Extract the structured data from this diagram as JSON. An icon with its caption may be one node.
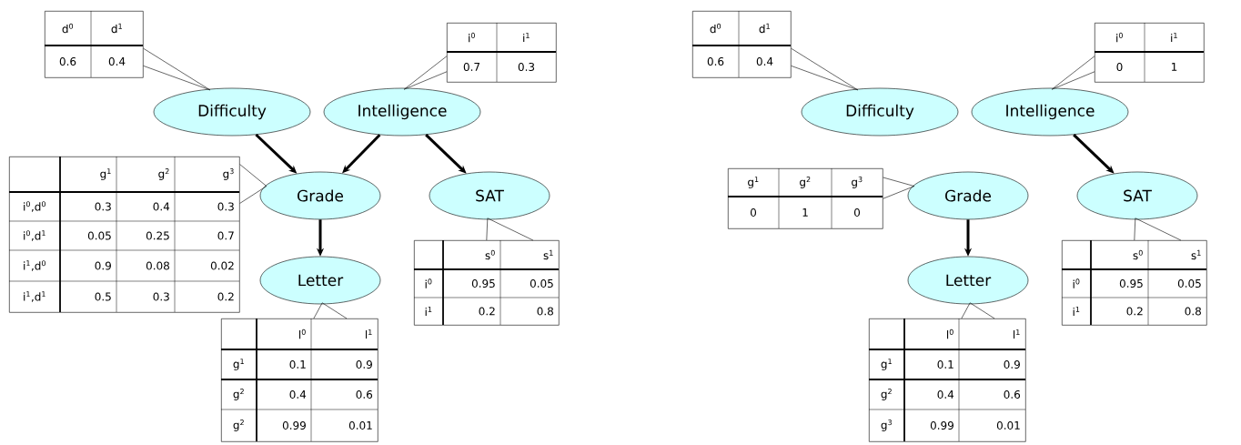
{
  "diagram": {
    "nodes": [
      {
        "text": [
          "Difficulty"
        ]
      },
      {
        "text": [
          "Intelligence"
        ]
      },
      {
        "text": [
          "Grade"
        ]
      },
      {
        "text": [
          "SAT"
        ]
      },
      {
        "text": [
          "Letter"
        ]
      },
      {
        "text": [
          "d$^{0}$",
          "d$^{1}$",
          "0.6",
          "0.4"
        ]
      },
      {
        "text": [
          "i$^{0}$",
          "i$^{1}$",
          "0.7",
          "0.3"
        ]
      },
      {
        "text": [
          "g$^{1}$",
          "g$^{2}$",
          "g$^{3}$",
          "i$^{0}$,d$^{0}$",
          "0.3",
          "0.4",
          "0.3",
          "i$^{0}$,d$^{1}$",
          "0.05",
          "0.25",
          "0.7",
          "i$^{1}$,d$^{0}$",
          "0.9",
          "0.08",
          "0.02",
          "i$^{1}$,d$^{1}$",
          "0.5",
          "0.3",
          "0.2"
        ]
      },
      {
        "text": [
          "s$^{0}$",
          "s$^{1}$",
          "i$^{0}$",
          "0.95",
          "0.05",
          "i$^{1}$",
          "0.2",
          "0.8"
        ]
      },
      {
        "text": [
          "l$^{0}$",
          "l$^{1}$",
          "g$^{1}$",
          "0.1",
          "0.9",
          "g$^{2}$",
          "0.4",
          "0.6",
          "g$^{2}$",
          "0.99",
          "0.01"
        ]
      },
      {
        "text": [
          "Difficulty"
        ]
      },
      {
        "text": [
          "Intelligence"
        ]
      },
      {
        "text": [
          "Grade"
        ]
      },
      {
        "text": [
          "SAT"
        ]
      },
      {
        "text": [
          "Letter"
        ]
      },
      {
        "text": [
          "d$^{0}$",
          "d$^{1}$",
          "0.6",
          "0.4"
        ]
      },
      {
        "text": [
          "i$^{0}$",
          "i$^{1}$",
          "0",
          "1"
        ]
      },
      {
        "text": [
          "g$^{1}$",
          "g$^{2}$",
          "g$^{3}$",
          "0",
          "1",
          "0"
        ]
      },
      {
        "text": [
          "s$^{0}$",
          "s$^{1}$",
          "i$^{0}$",
          "0.95",
          "0.05",
          "i$^{1}$",
          "0.2",
          "0.8"
        ]
      },
      {
        "text": [
          "l$^{0}$",
          "l$^{1}$",
          "g$^{1}$",
          "0.1",
          "0.9",
          "g$^{2}$",
          "0.4",
          "0.6",
          "g$^{3}$",
          "0.99",
          "0.01"
        ]
      }
    ],
    "edges": [
      {
        "from": 0,
        "to": 2,
        "arrow": "to",
        "style": "thick"
      },
      {
        "from": 1,
        "to": 2,
        "arrow": "to",
        "style": "thick"
      },
      {
        "from": 1,
        "to": 3,
        "arrow": "to",
        "style": "thick"
      },
      {
        "from": 2,
        "to": 4,
        "arrow": "to",
        "style": "thick"
      },
      {
        "from": 5,
        "to": 0,
        "arrow": "none"
      },
      {
        "from": 6,
        "to": 1,
        "arrow": "none"
      },
      {
        "from": 7,
        "to": 2,
        "arrow": "none"
      },
      {
        "from": 8,
        "to": 3,
        "arrow": "none"
      },
      {
        "from": 9,
        "to": 4,
        "arrow": "none"
      },
      {
        "from": 11,
        "to": 13,
        "arrow": "to",
        "style": "thick"
      },
      {
        "from": 12,
        "to": 14,
        "arrow": "to",
        "style": "thick"
      },
      {
        "from": 15,
        "to": 10,
        "arrow": "none"
      },
      {
        "from": 16,
        "to": 11,
        "arrow": "none"
      },
      {
        "from": 17,
        "to": 12,
        "arrow": "none"
      },
      {
        "from": 18,
        "to": 13,
        "arrow": "none"
      },
      {
        "from": 19,
        "to": 14,
        "arrow": "none"
      }
    ]
  }
}
